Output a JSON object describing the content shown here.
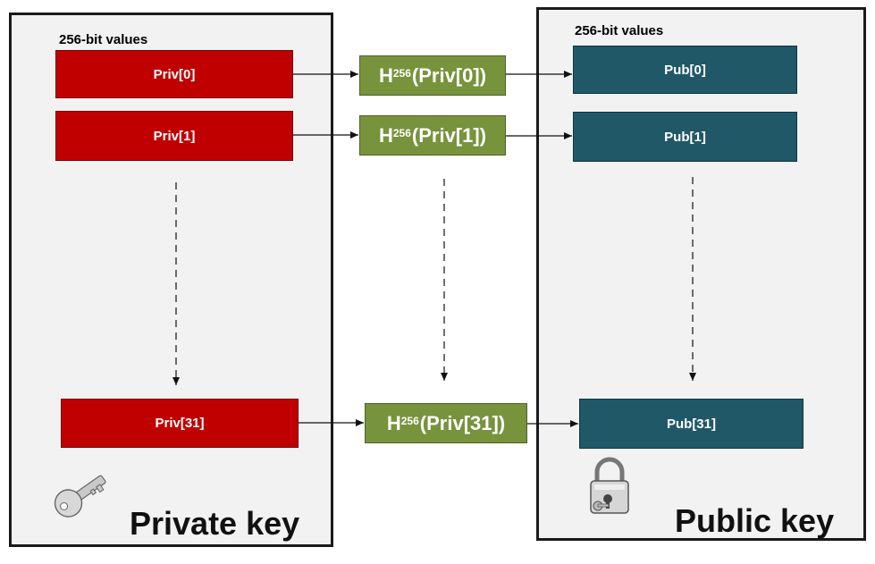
{
  "private_panel": {
    "header": "256-bit values",
    "title": "Private key",
    "items": [
      "Priv[0]",
      "Priv[1]",
      "Priv[31]"
    ]
  },
  "hash_column": {
    "prefix": "H",
    "superscript": "256",
    "items": [
      "(Priv[0])",
      "(Priv[1])",
      "(Priv[31])"
    ]
  },
  "public_panel": {
    "header": "256-bit values",
    "title": "Public key",
    "items": [
      "Pub[0]",
      "Pub[1]",
      "Pub[31]"
    ]
  },
  "colors": {
    "private_box": "#c00000",
    "hash_box": "#77933c",
    "public_box": "#215867",
    "panel_fill": "#f2f2f2"
  },
  "icons": [
    "key-icon",
    "padlock-icon"
  ]
}
